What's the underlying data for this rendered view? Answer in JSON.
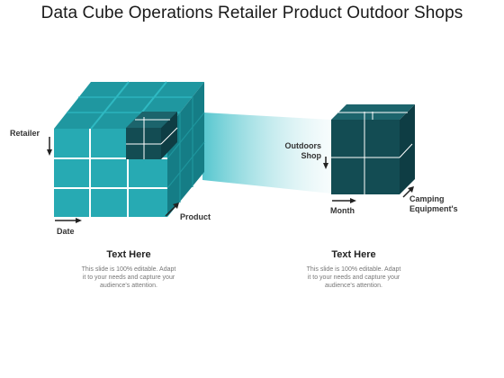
{
  "title": "Data Cube Operations Retailer Product Outdoor Shops",
  "left_cube": {
    "labels": {
      "retailer": "Retailer",
      "date": "Date",
      "product": "Product"
    }
  },
  "right_cube": {
    "labels": {
      "outdoors_line1": "Outdoors",
      "outdoors_line2": "Shop",
      "month": "Month",
      "camping_line1": "Camping",
      "camping_line2": "Equipment's"
    }
  },
  "captions": [
    {
      "heading": "Text Here",
      "lines": [
        "This slide is 100% editable. Adapt",
        "it to your needs and capture your",
        "audience's attention."
      ]
    },
    {
      "heading": "Text Here",
      "lines": [
        "This slide is 100% editable. Adapt",
        "it to your needs and capture your",
        "audience's attention."
      ]
    }
  ],
  "colors": {
    "cube_front": "#27aab3",
    "cube_top": "#1f97a0",
    "cube_side": "#157d86",
    "dark_front": "#134c53",
    "dark_top": "#1c646c",
    "dark_side": "#0e3d44"
  }
}
